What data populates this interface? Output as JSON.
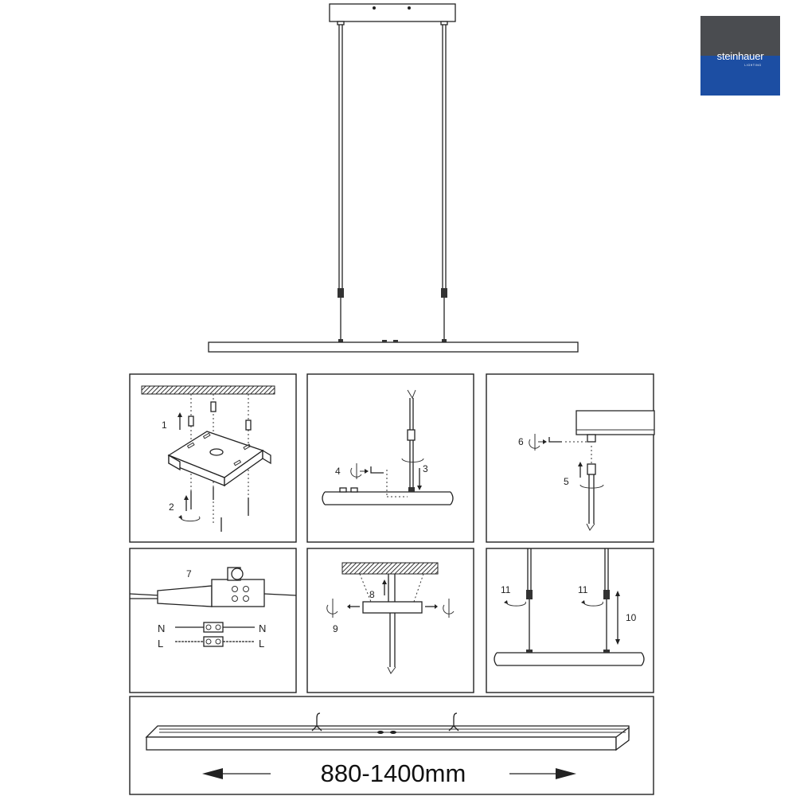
{
  "brand": {
    "name": "steinhauer",
    "tagline": "LIGHTING",
    "colors": {
      "top": "#4a4c50",
      "bottom": "#1c4ea3"
    }
  },
  "steps": [
    "1",
    "2",
    "3",
    "4",
    "5",
    "6",
    "7",
    "8",
    "9",
    "10",
    "11",
    "11"
  ],
  "wiring": {
    "neutral": "N",
    "live": "L"
  },
  "dimension": {
    "label": "880-1400mm"
  }
}
